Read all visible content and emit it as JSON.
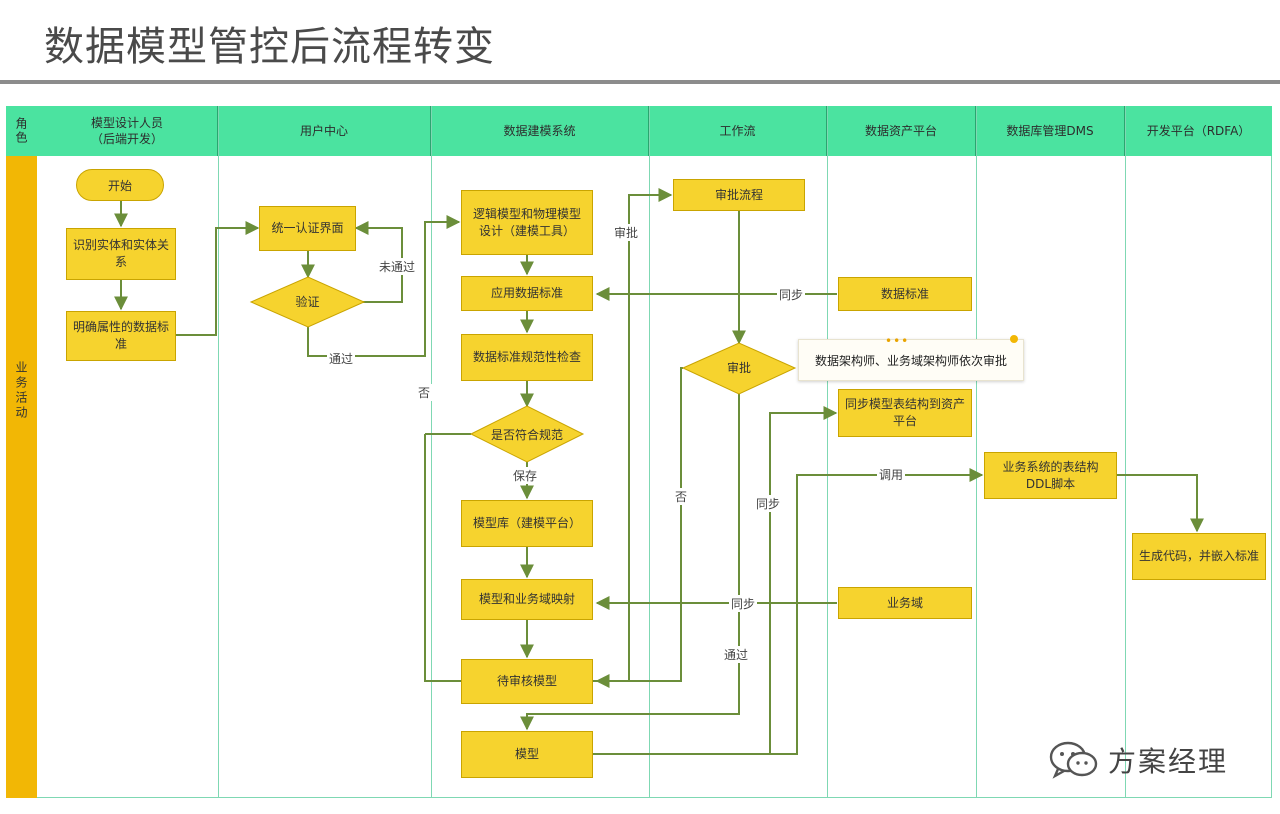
{
  "title": "数据模型管控后流程转变",
  "role_header": "角色",
  "side_label": "业务活动",
  "lanes": [
    {
      "id": "designer",
      "label": "模型设计人员\n（后端开发）"
    },
    {
      "id": "user",
      "label": "用户中心"
    },
    {
      "id": "modeling",
      "label": "数据建模系统"
    },
    {
      "id": "workflow",
      "label": "工作流"
    },
    {
      "id": "asset",
      "label": "数据资产平台"
    },
    {
      "id": "dms",
      "label": "数据库管理DMS"
    },
    {
      "id": "dev",
      "label": "开发平台（RDFA）"
    }
  ],
  "nodes": {
    "start": "开始",
    "identify": "识别实体和实体关系",
    "attributes": "明确属性的数据标准",
    "auth_ui": "统一认证界面",
    "verify": "验证",
    "design": "逻辑模型和物理模型设计（建模工具）",
    "apply_std": "应用数据标准",
    "check_std": "数据标准规范性检查",
    "comply": "是否符合规范",
    "repo": "模型库（建模平台）",
    "mapping": "模型和业务域映射",
    "pending": "待审核模型",
    "model": "模型",
    "approval_flow": "审批流程",
    "approval": "审批",
    "data_std": "数据标准",
    "sync_asset": "同步模型表结构到资产平台",
    "biz_domain": "业务域",
    "ddl": "业务系统的表结构DDL脚本",
    "gen_code": "生成代码，并嵌入标准"
  },
  "labels": {
    "not_passed": "未通过",
    "passed": "通过",
    "sync1": "同步",
    "approve": "审批",
    "no1": "否",
    "save": "保存",
    "no2": "否",
    "sync2": "同步",
    "invoke": "调用",
    "sync3": "同步",
    "passed2": "通过"
  },
  "note": "数据架构师、业务域架构师依次审批",
  "watermark": "方案经理",
  "colors": {
    "header": "#4be3a0",
    "box": "#f6d32e",
    "side": "#f2b705",
    "line": "#6b8e3a"
  }
}
